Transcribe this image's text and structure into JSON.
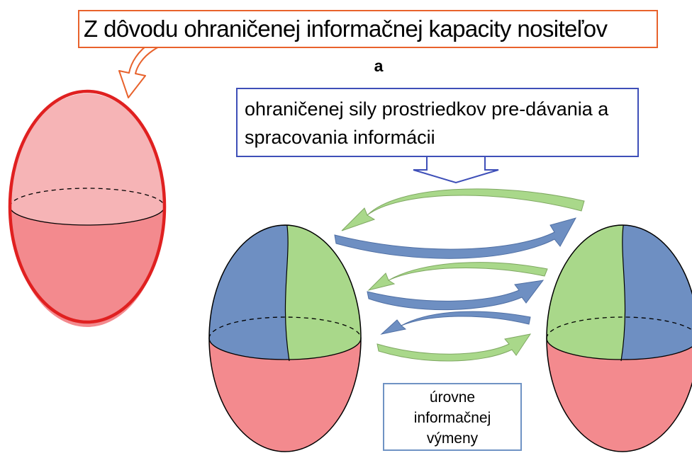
{
  "title": "Z dôvodu ohraničenej informačnej kapacity nositeľov",
  "conjunction": "a",
  "reason": {
    "line1": "ohraničenej sily prostriedkov pre-dávania a",
    "line2": "spracovania informácii"
  },
  "levels_label": {
    "line1": "úrovne",
    "line2": "informačnej",
    "line3": "výmeny"
  },
  "colors": {
    "title_border": "#e8622c",
    "reason_border": "#3e4fb8",
    "levels_border": "#6f93c4",
    "egg_red_outline": "#e02020",
    "egg_pink_top": "#f6b4b6",
    "egg_pink_bottom": "#f38a8e",
    "segment_blue": "#6e8fc2",
    "segment_green": "#a9d88a",
    "arrow_green": "#a9d88a",
    "arrow_blue": "#6e8fc2",
    "down_arrow_outline": "#3e4fb8",
    "curved_arrow_outline": "#e8622c"
  }
}
